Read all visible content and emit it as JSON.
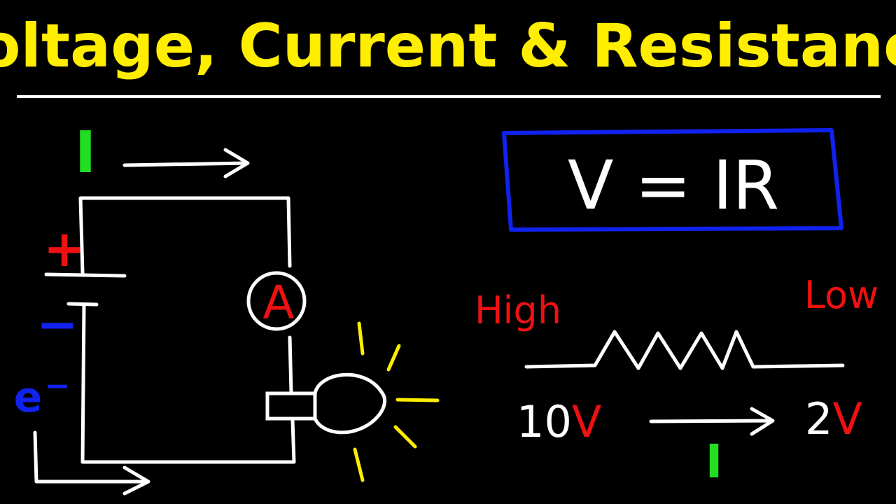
{
  "title": "Voltage, Current & Resistance",
  "circuit": {
    "current_label": "I",
    "plus_sign": "+",
    "minus_sign": "−",
    "electron_label": "e",
    "electron_charge": "−",
    "ammeter_label": "A"
  },
  "formula": "V = IR",
  "resistor": {
    "high_label": "High",
    "low_label": "Low",
    "high_voltage_number": "10",
    "high_voltage_unit": "V",
    "low_voltage_number": "2",
    "low_voltage_unit": "V",
    "current_label": "I"
  },
  "colors": {
    "background": "#000000",
    "title": "#ffee00",
    "wire": "#ffffff",
    "current": "#22dd22",
    "positive": "#ee1111",
    "negative": "#1122ee",
    "formula_box": "#1122ee",
    "bulb_rays": "#ffee00",
    "high_low_labels": "#ee1111",
    "voltage_units": "#ee1111"
  }
}
